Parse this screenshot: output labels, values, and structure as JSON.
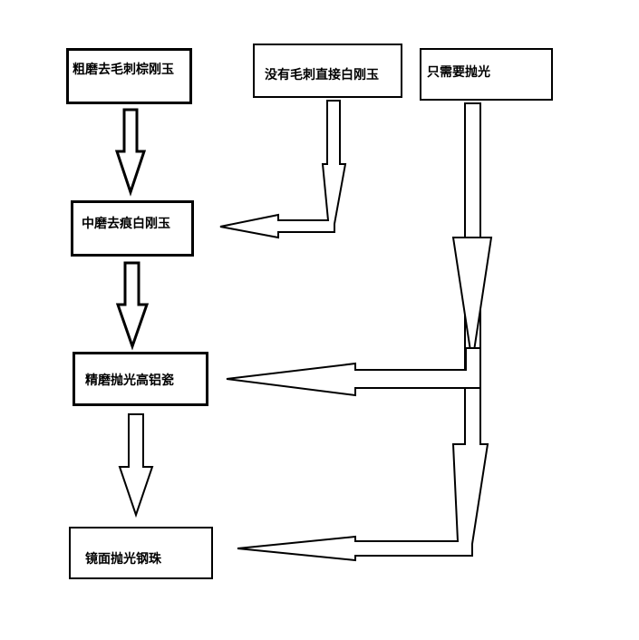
{
  "nodes": {
    "coarse": "粗磨去毛刺棕刚玉",
    "no_burr": "没有毛刺直接白刚玉",
    "polish_only": "只需要抛光",
    "medium": "中磨去痕白刚玉",
    "fine": "精磨抛光高铝瓷",
    "mirror": "镜面抛光钢珠"
  }
}
